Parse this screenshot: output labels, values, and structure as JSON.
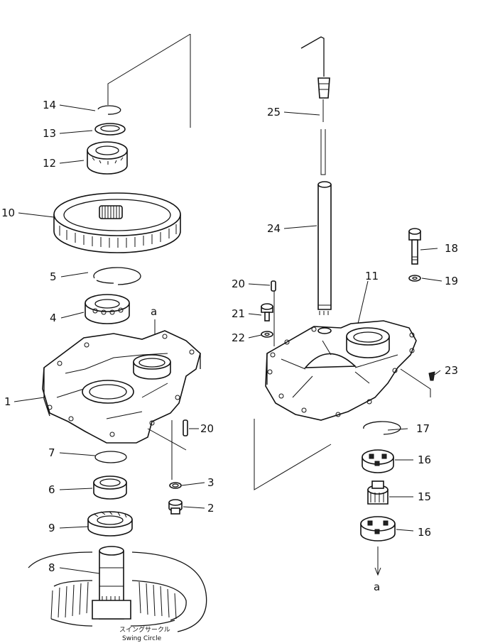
{
  "callouts": {
    "c1": "1",
    "c2": "2",
    "c3": "3",
    "c4": "4",
    "c5": "5",
    "c6": "6",
    "c7": "7",
    "c8": "8",
    "c9": "9",
    "c10": "10",
    "c11": "11",
    "c12": "12",
    "c13": "13",
    "c14": "14",
    "c15": "15",
    "c16a": "16",
    "c16b": "16",
    "c17": "17",
    "c18": "18",
    "c19": "19",
    "c20a": "20",
    "c20b": "20",
    "c21": "21",
    "c22": "22",
    "c23": "23",
    "c24": "24",
    "c25": "25"
  },
  "refs": {
    "top": "a",
    "bottom": "a"
  },
  "caption": {
    "jp": "スイングサークル",
    "en": "Swing Circle"
  }
}
